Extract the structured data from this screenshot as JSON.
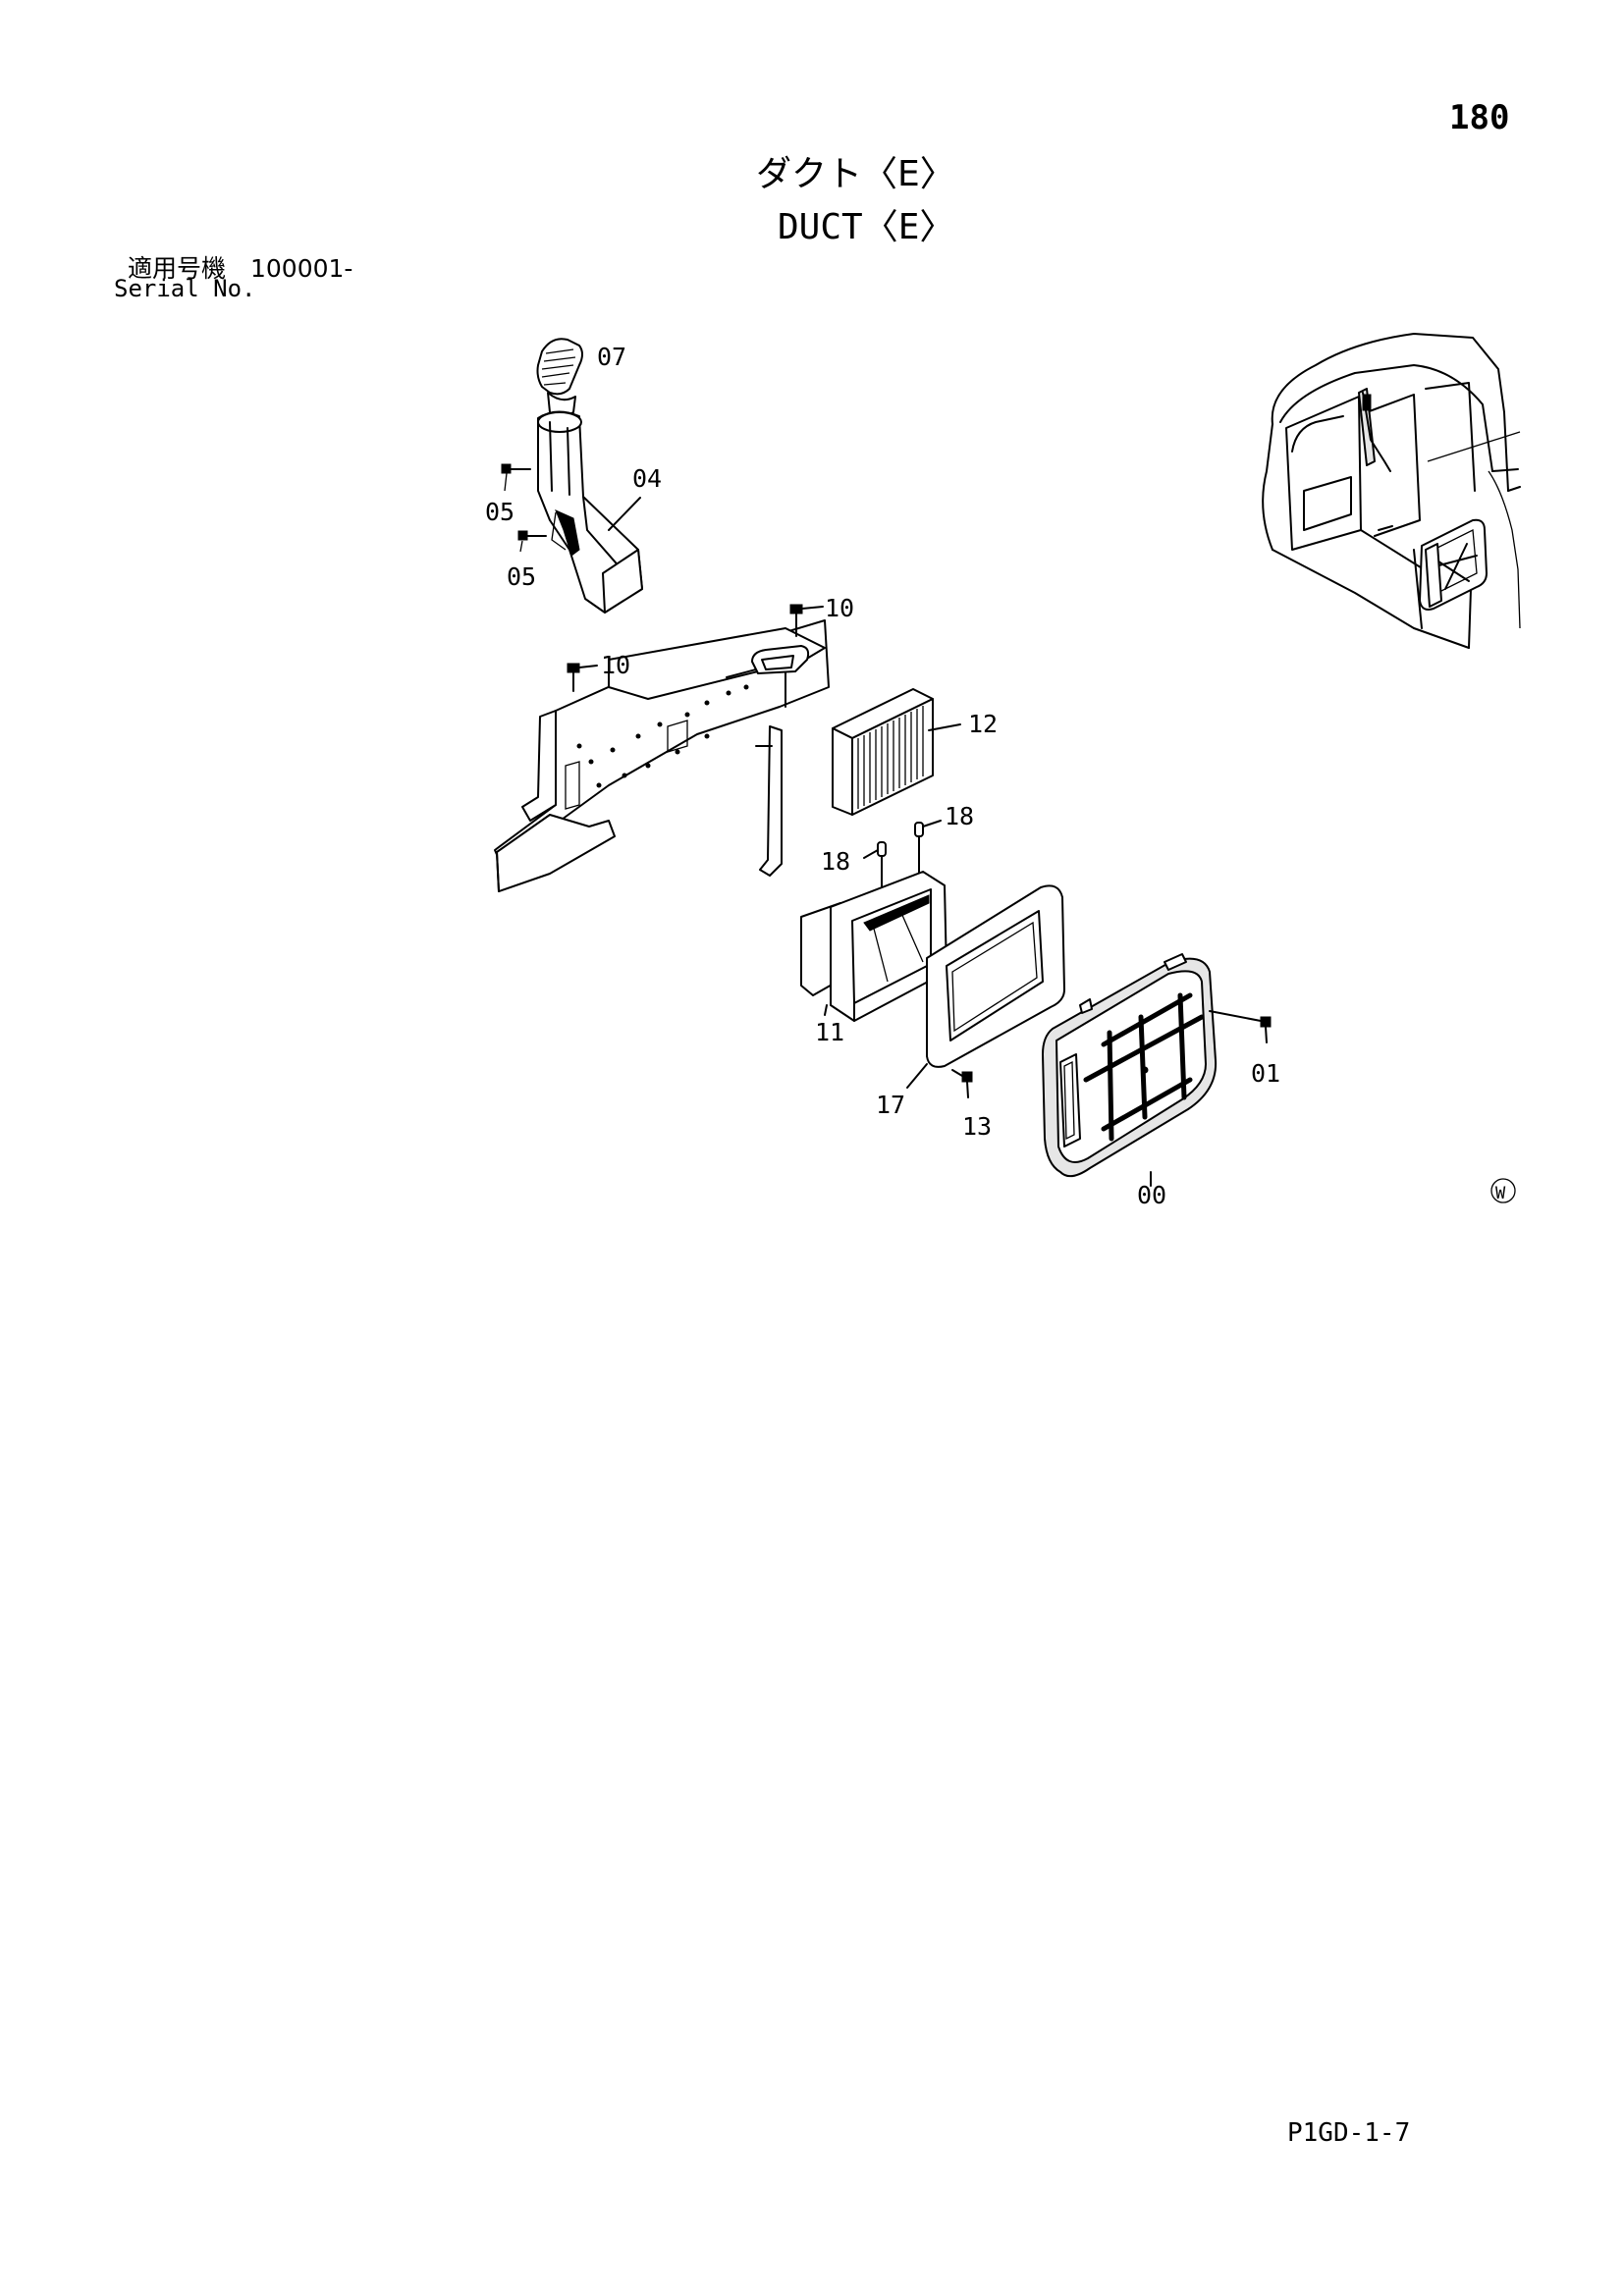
{
  "page": {
    "number": "180",
    "title_jp": "ダクト〈E〉",
    "title_en": "DUCT〈E〉",
    "serial_label_jp": "適用号機　100001-",
    "serial_label_en": "Serial No.",
    "drawing_code": "P1GD-1-7",
    "mark": "Ⓦ"
  },
  "callouts": [
    {
      "id": "07",
      "label": "07"
    },
    {
      "id": "04",
      "label": "04"
    },
    {
      "id": "05a",
      "label": "05"
    },
    {
      "id": "05b",
      "label": "05"
    },
    {
      "id": "10a",
      "label": "10"
    },
    {
      "id": "10b",
      "label": "10"
    },
    {
      "id": "12",
      "label": "12"
    },
    {
      "id": "18a",
      "label": "18"
    },
    {
      "id": "18b",
      "label": "18"
    },
    {
      "id": "11",
      "label": "11"
    },
    {
      "id": "17",
      "label": "17"
    },
    {
      "id": "13",
      "label": "13"
    },
    {
      "id": "01",
      "label": "01"
    },
    {
      "id": "00",
      "label": "00"
    }
  ]
}
